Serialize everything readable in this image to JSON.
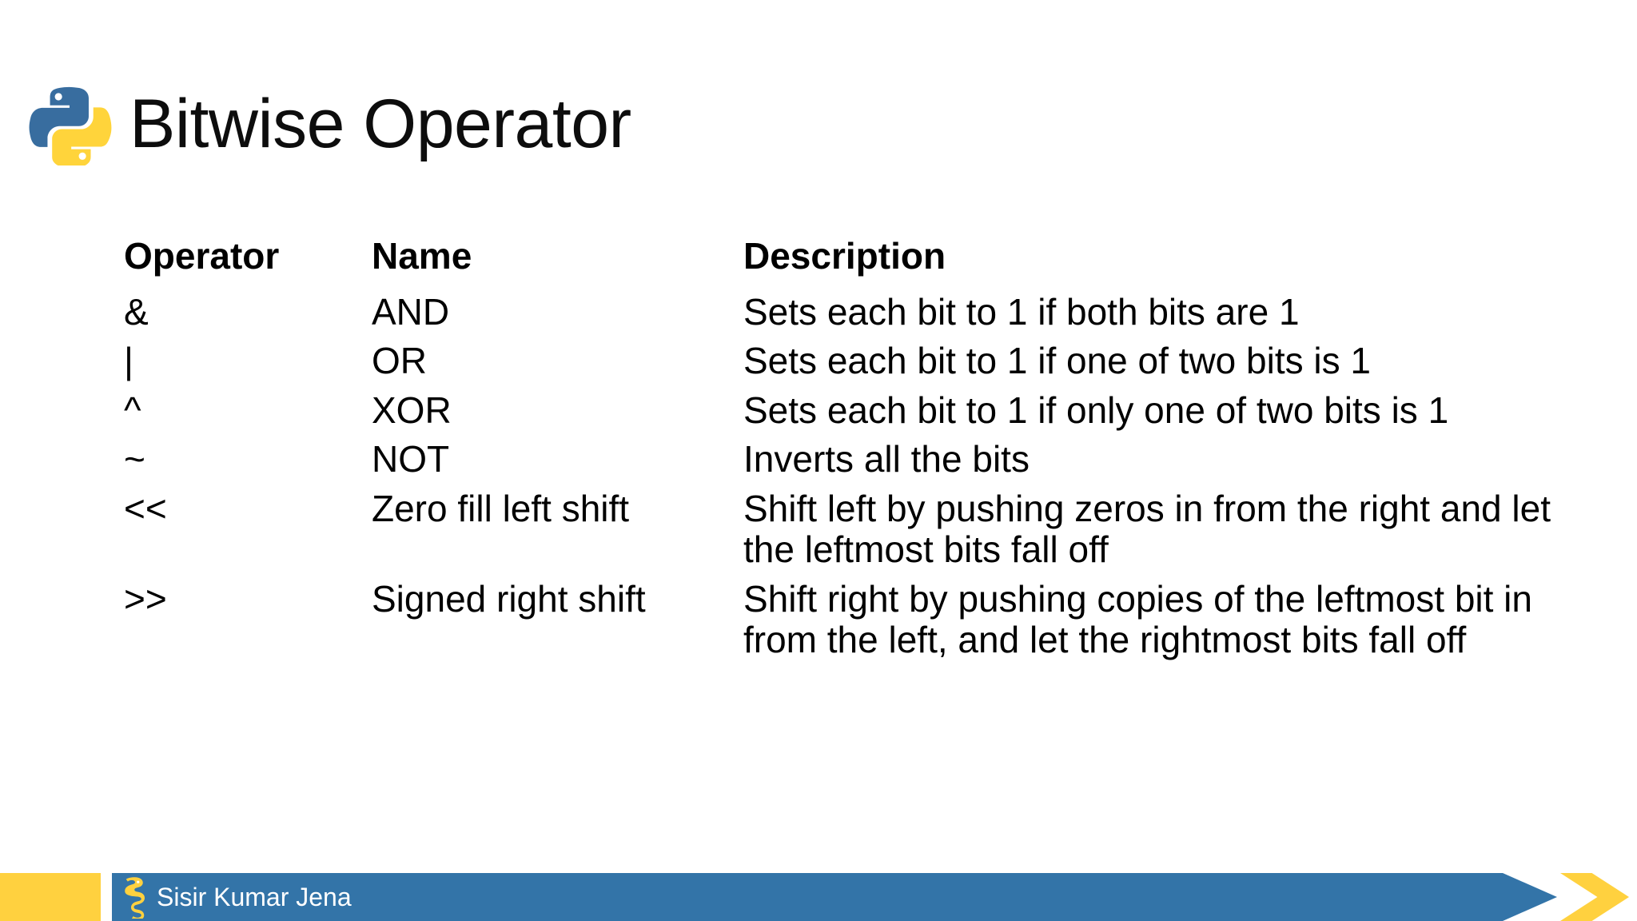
{
  "slide": {
    "title": "Bitwise Operator",
    "logo_icon": "python-logo-icon"
  },
  "table": {
    "headers": {
      "operator": "Operator",
      "name": "Name",
      "description": "Description"
    },
    "rows": [
      {
        "operator": "&",
        "name": "AND",
        "description": "Sets each bit to 1 if both bits are 1"
      },
      {
        "operator": "|",
        "name": "OR",
        "description": "Sets each bit to 1 if one of two bits is 1"
      },
      {
        "operator": "^",
        "name": "XOR",
        "description": "Sets each bit to 1 if only one of two bits is 1"
      },
      {
        "operator": "~",
        "name": "NOT",
        "description": "Inverts all the bits"
      },
      {
        "operator": "<<",
        "name": "Zero fill left shift",
        "description": "Shift left by pushing zeros in from the right and let the leftmost bits fall off"
      },
      {
        "operator": ">>",
        "name": "Signed right shift",
        "description": "Shift right by pushing copies of the leftmost bit in from the left, and let the rightmost bits fall off"
      }
    ]
  },
  "footer": {
    "author": "Sisir Kumar Jena",
    "snake_icon": "snake-logo-icon",
    "chevron_icon": "chevron-right-icon"
  },
  "colors": {
    "accent_blue": "#3374A8",
    "accent_yellow": "#FFD13F",
    "python_blue": "#386D9F",
    "python_yellow": "#FFD43B",
    "text": "#000000"
  }
}
